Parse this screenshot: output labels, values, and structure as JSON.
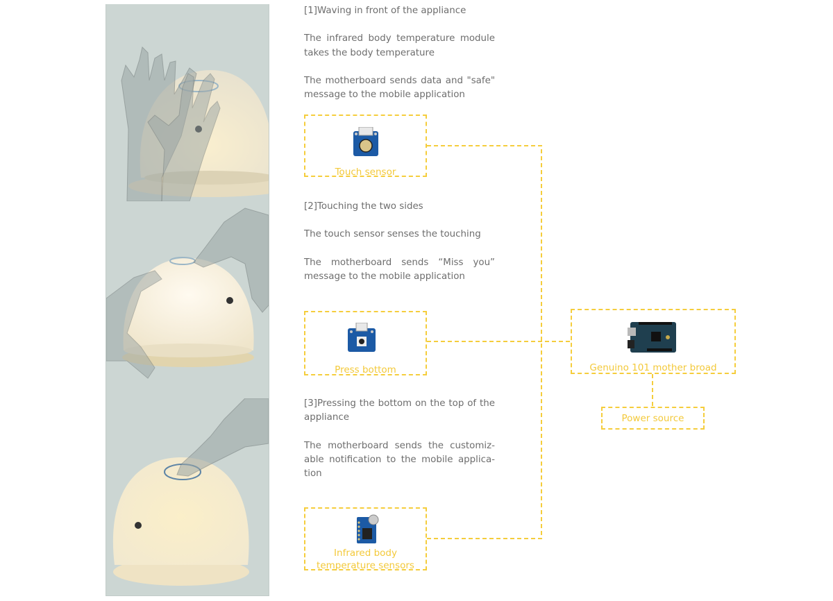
{
  "steps": [
    {
      "title": "[1]Waving in front of the appliance",
      "lines": [
        "The infrared body temperature module takes the body temperature",
        "The motherboard sends data and \"safe\" message to the mobile application"
      ]
    },
    {
      "title": "[2]Touching the two sides",
      "lines": [
        "The touch sensor senses the touching",
        "The motherboard sends “Miss you” message to the mobile application"
      ]
    },
    {
      "title": "[3]Pressing the bottom on the top of the appliance",
      "lines": [
        "The motherboard sends the customiz-able notification to the mobile applica-tion"
      ]
    }
  ],
  "components": {
    "touch_sensor": "Touch sensor",
    "press_button": "Press bottom",
    "infrared_sensor_line1": "Infrared body",
    "infrared_sensor_line2": "temperature sensors",
    "motherboard": "Genuino 101 mother broad",
    "power_source": "Power source"
  },
  "colors": {
    "dashed_accent": "#f5cd3c",
    "body_text": "#6d6d6d",
    "photo_background": "#cfd8d5",
    "appliance_glow": "#fbf1d8"
  },
  "icons": [
    "appliance-wave-photo",
    "appliance-touch-photo",
    "appliance-press-photo",
    "touch-sensor-board-icon",
    "button-board-icon",
    "infrared-sensor-board-icon",
    "motherboard-icon"
  ]
}
